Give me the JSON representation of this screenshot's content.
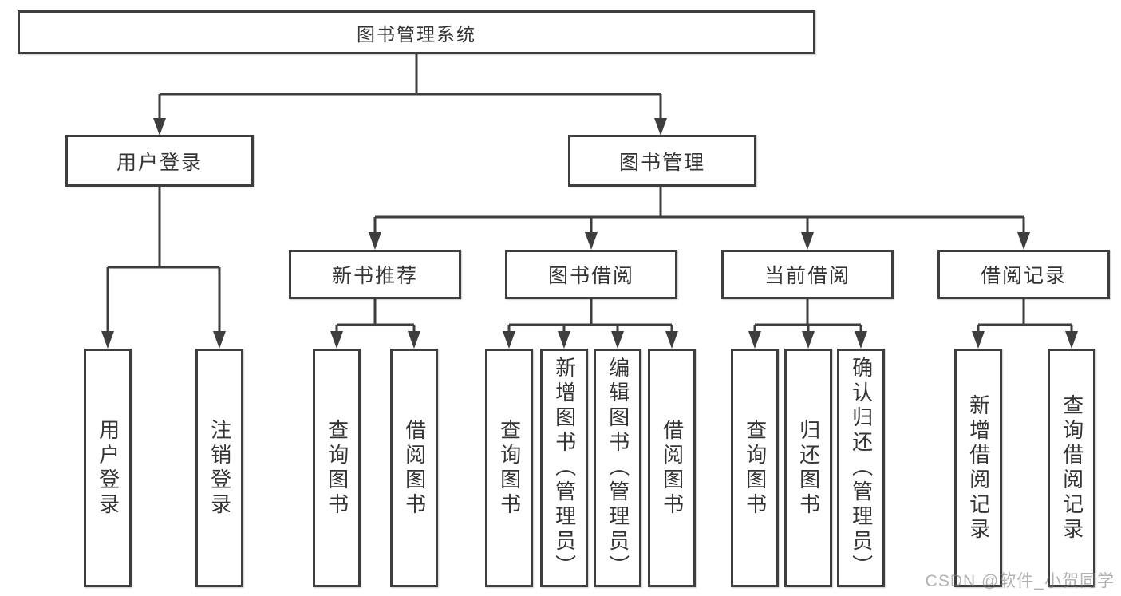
{
  "diagram_type": "org-tree",
  "colors": {
    "line": "#3e3e3e",
    "box_border": "#3e3e3e",
    "text": "#343434",
    "background": "#ffffff",
    "watermark": "#8d8d8d"
  },
  "watermark": "CSDN @软件_小贺同学",
  "tree": {
    "root": "图书管理系统",
    "branches": [
      {
        "label": "用户登录",
        "children": [
          "用户登录",
          "注销登录"
        ]
      },
      {
        "label": "图书管理",
        "children": [
          {
            "label": "新书推荐",
            "children": [
              "查询图书",
              "借阅图书"
            ]
          },
          {
            "label": "图书借阅",
            "children": [
              "查询图书",
              "新增图书（管理员）",
              "编辑图书（管理员）",
              "借阅图书"
            ]
          },
          {
            "label": "当前借阅",
            "children": [
              "查询图书",
              "归还图书",
              "确认归还（管理员）"
            ]
          },
          {
            "label": "借阅记录",
            "children": [
              "新增借阅记录",
              "查询借阅记录"
            ]
          }
        ]
      }
    ]
  }
}
